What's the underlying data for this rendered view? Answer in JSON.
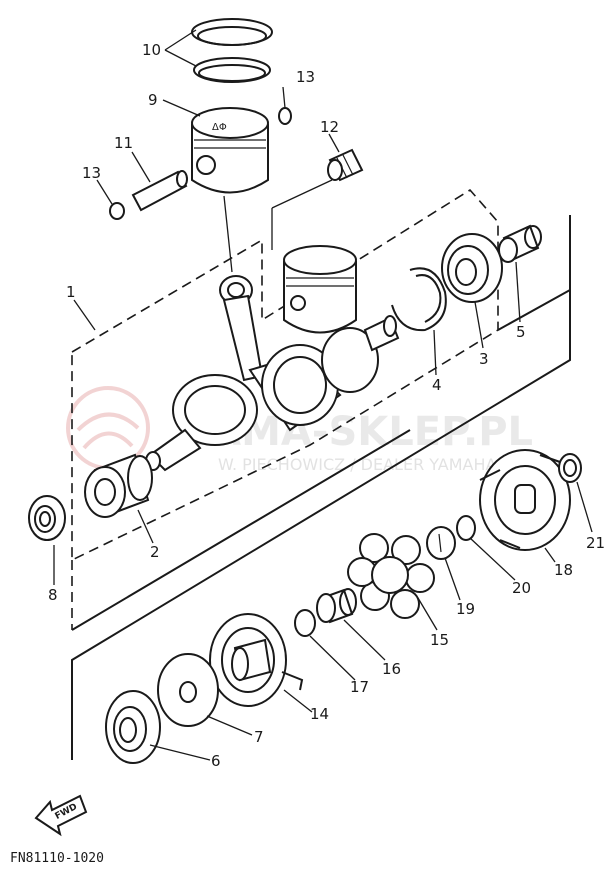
{
  "part_labels": {
    "p1": "1",
    "p2": "2",
    "p3": "3",
    "p4": "4",
    "p5": "5",
    "p6": "6",
    "p7": "7",
    "p8": "8",
    "p9": "9",
    "p10": "10",
    "p11": "11",
    "p12": "12",
    "p13a": "13",
    "p13b": "13",
    "p14": "14",
    "p15": "15",
    "p16": "16",
    "p17": "17",
    "p18": "18",
    "p19": "19",
    "p20": "20",
    "p21": "21"
  },
  "fwd_label": "FWD",
  "diagram_code": "FN81110-1020",
  "watermark": {
    "title": "YAMA-SKLEP.PL",
    "subtitle": "W. PIECHOWICZ / DEALER YAMAHA"
  },
  "colors": {
    "ink": "#1a1a1a",
    "watermark_logo": "#e4a0a0",
    "background": "#ffffff"
  }
}
